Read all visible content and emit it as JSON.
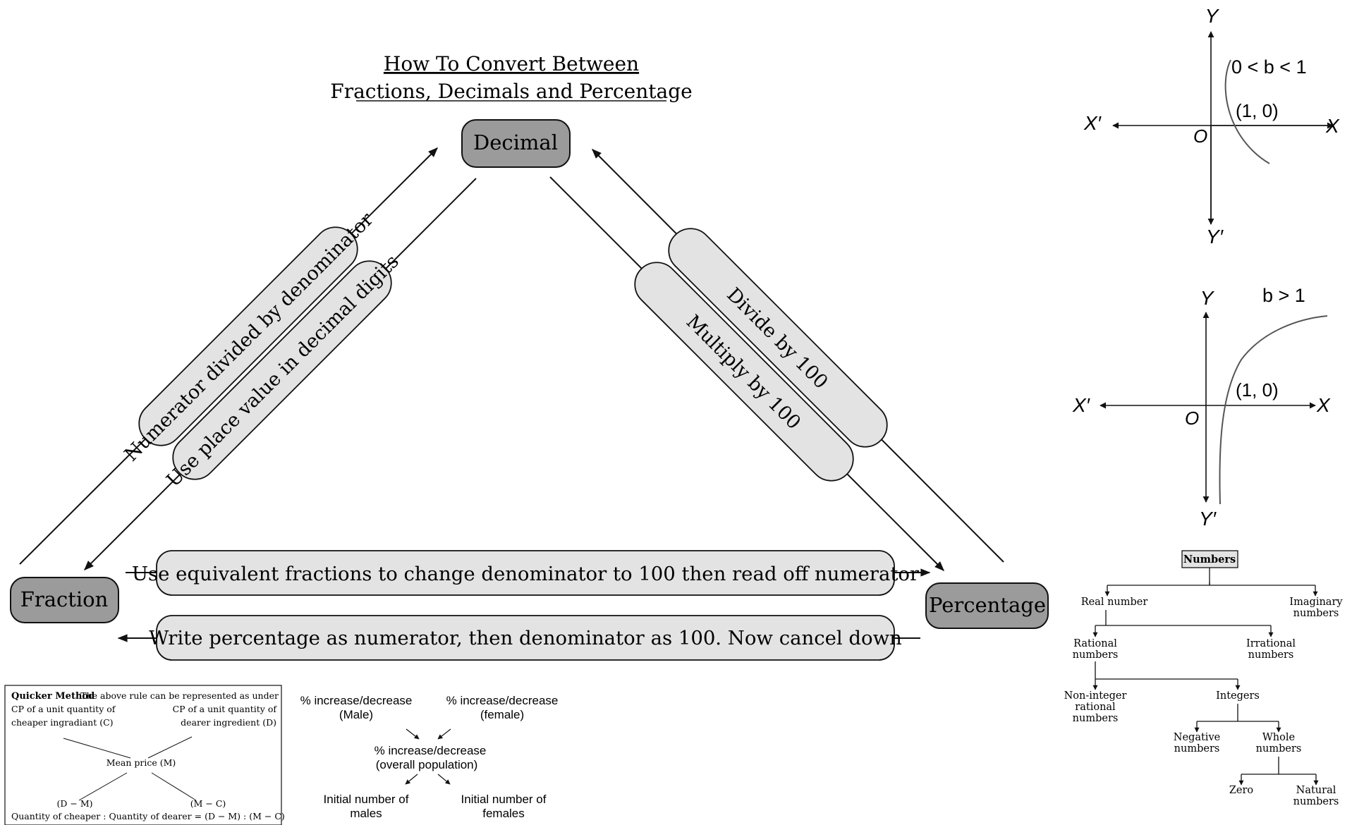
{
  "title": {
    "line1": "How To Convert Between",
    "line2": "Fractions, Decimals and Percentage"
  },
  "nodes": {
    "decimal": "Decimal",
    "fraction": "Fraction",
    "percentage": "Percentage"
  },
  "edges": {
    "frac_to_dec": "Numerator divided by denominator",
    "dec_to_frac": "Use place value in decimal digits",
    "pct_to_dec": "Divide by 100",
    "dec_to_pct": "Multiply by 100",
    "frac_to_pct": "Use equivalent fractions to change denominator to 100 then read off numerator",
    "pct_to_frac": "Write percentage as numerator, then denominator as 100. Now cancel down"
  },
  "graph1": {
    "y": "Y",
    "y_neg": "Y′",
    "x": "X",
    "x_neg": "X′",
    "origin": "O",
    "point": "(1, 0)",
    "condition": "0 < b < 1"
  },
  "graph2": {
    "y": "Y",
    "y_neg": "Y′",
    "x": "X",
    "x_neg": "X′",
    "origin": "O",
    "point": "(1, 0)",
    "condition": "b > 1"
  },
  "tree": {
    "root": "Numbers",
    "real": "Real number",
    "imaginary": [
      "Imaginary",
      "numbers"
    ],
    "rational": [
      "Rational",
      "numbers"
    ],
    "irrational": [
      "Irrational",
      "numbers"
    ],
    "non_integer": [
      "Non-integer",
      "rational",
      "numbers"
    ],
    "integers": "Integers",
    "negative": [
      "Negative",
      "numbers"
    ],
    "whole": [
      "Whole",
      "numbers"
    ],
    "zero": "Zero",
    "natural": [
      "Natural",
      "numbers"
    ]
  },
  "quicker": {
    "heading": "Quicker Method",
    "intro": "The above rule can be represented as under",
    "left1": "CP of a unit quantity of",
    "left2": "cheaper ingradiant (C)",
    "right1": "CP of a unit quantity of",
    "right2": "dearer ingredient (D)",
    "mean": "Mean price (M)",
    "dm": "(D − M)",
    "mc": "(M − C)",
    "result": "Quantity of  cheaper : Quantity of dearer = (D − M) : (M − C)"
  },
  "population": {
    "male1": "% increase/decrease",
    "male2": "(Male)",
    "female1": "% increase/decrease",
    "female2": "(female)",
    "overall1": "% increase/decrease",
    "overall2": "(overall population)",
    "init_male1": "Initial number of",
    "init_male2": "males",
    "init_female1": "Initial number of",
    "init_female2": "females"
  }
}
